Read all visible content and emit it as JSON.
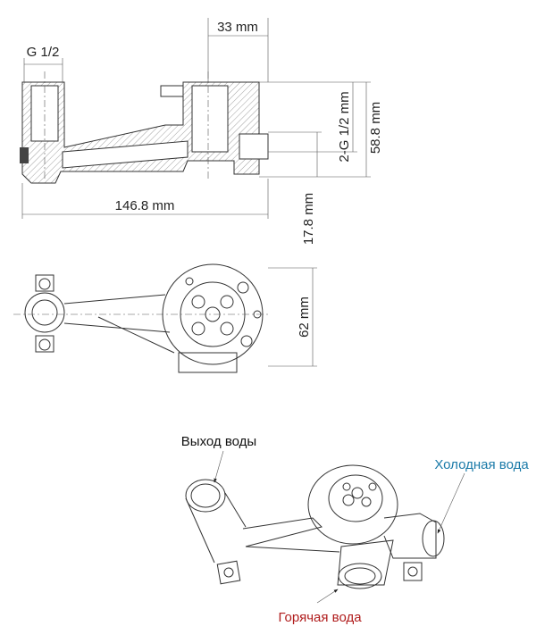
{
  "dimensions": {
    "thread_outlet": "G 1/2",
    "width_top": "33 mm",
    "thread_inlets": "2-G 1/2 mm",
    "height": "58.8 mm",
    "length": "146.8 mm",
    "offset": "17.8 mm",
    "flange_diameter": "62 mm"
  },
  "labels": {
    "outlet": "Выход воды",
    "cold": "Холодная вода",
    "hot": "Горячая вода"
  },
  "colors": {
    "cold": "#1a7aa8",
    "hot": "#b01c1c",
    "line": "#333333"
  }
}
